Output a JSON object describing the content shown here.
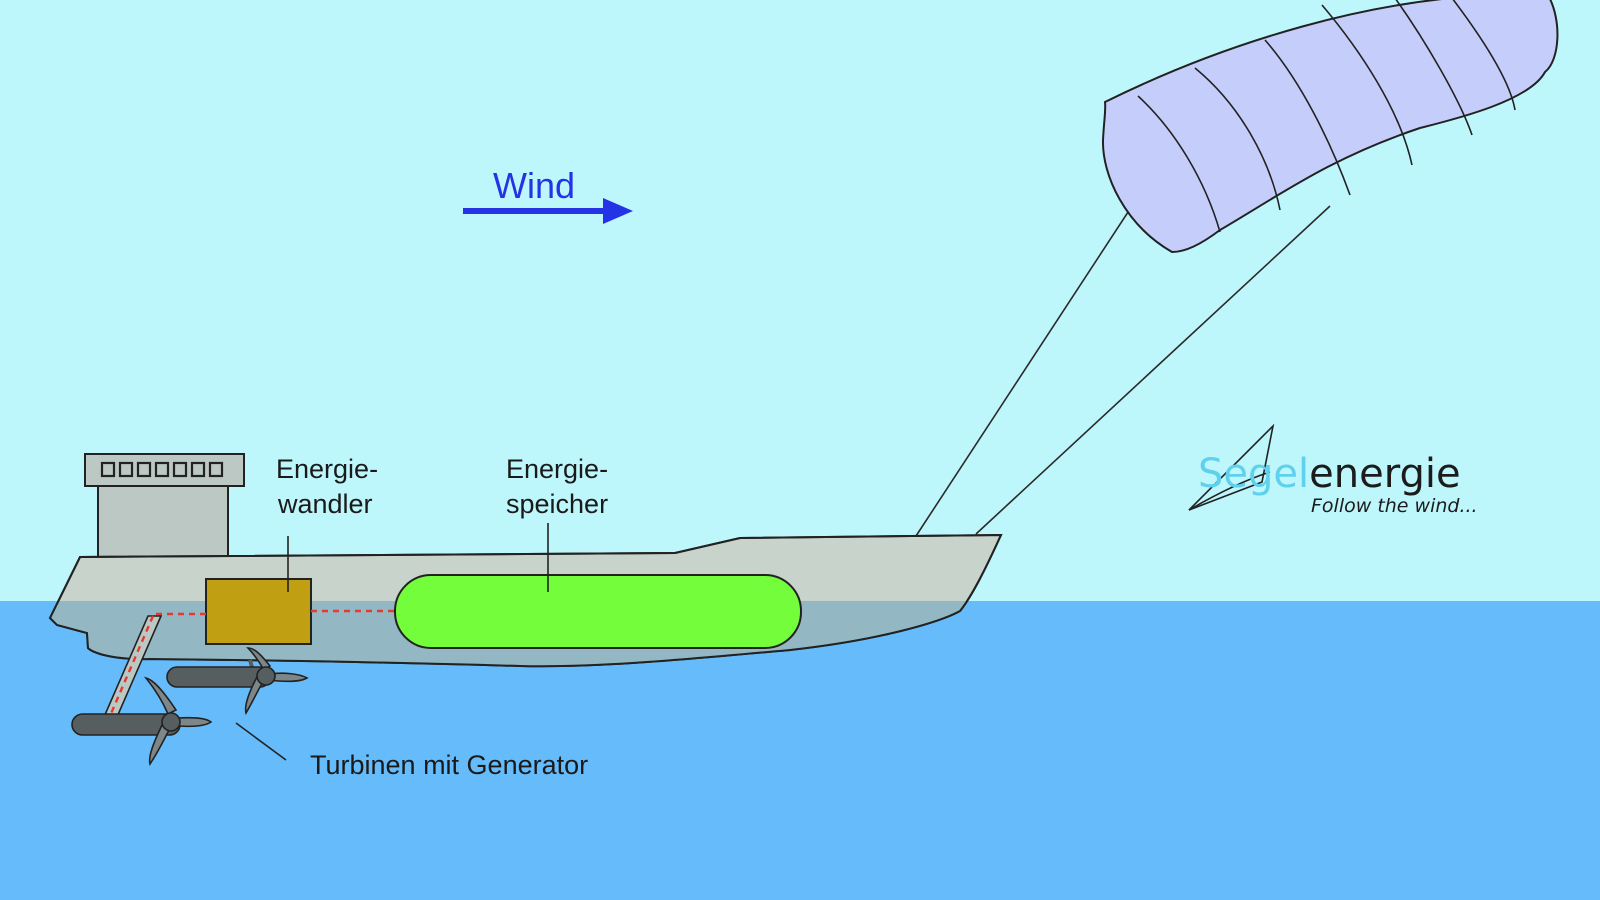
{
  "labels": {
    "wind": "Wind",
    "converter_line1": "Energie-",
    "converter_line2": "wandler",
    "storage_line1": "Energie-",
    "storage_line2": "speicher",
    "turbines": "Turbinen mit Generator"
  },
  "logo": {
    "part1": "Segel",
    "part2": "energie",
    "tagline": "Follow the wind..."
  },
  "colors": {
    "sky": "#bdf6fb",
    "water": "#66bcfb",
    "hull": "#c8d3cc",
    "hull_submerged": "#93b8c3",
    "superstructure": "#bcc8c4",
    "converter": "#c19f12",
    "storage": "#74fd3b",
    "kite": "#c5cdfb",
    "wind_arrow": "#2433e6",
    "turbine": "#565e60",
    "cable": "#e43a32",
    "logo_accent": "#5fd1ee"
  }
}
